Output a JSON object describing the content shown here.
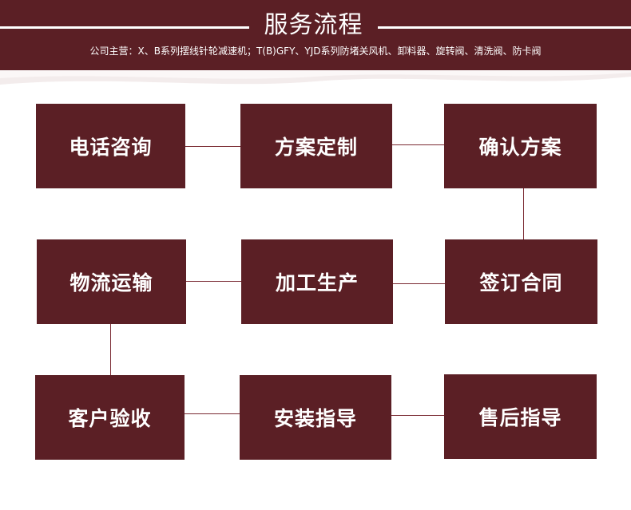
{
  "header": {
    "title": "服务流程",
    "subtitle": "公司主营：X、B系列摆线针轮减速机；T(B)GFY、YJD系列防堵关风机、卸料器、旋转阀、清洗阀、防卡阀"
  },
  "steps": [
    "电话咨询",
    "方案定制",
    "确认方案",
    "物流运输",
    "加工生产",
    "签订合同",
    "客户验收",
    "安装指导",
    "售后指导"
  ],
  "colors": {
    "box": "#5b1f25",
    "connector": "#7a2a32",
    "text": "#ffffff"
  }
}
